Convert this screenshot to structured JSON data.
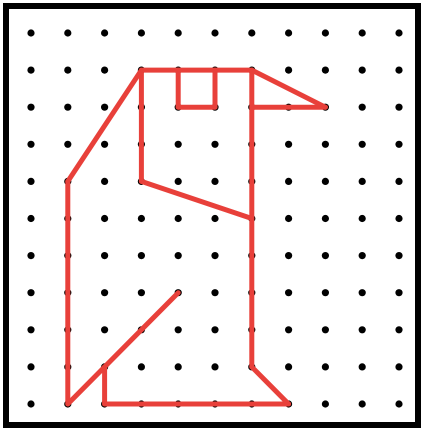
{
  "colors": {
    "background": "#ffffff",
    "frame": "#000000",
    "dot": "#000000",
    "figure": "#e8403a"
  },
  "grid": {
    "columns": 11,
    "rows": 11
  },
  "figure": {
    "description_key": "penguin-outline",
    "segments": [
      [
        [
          3,
          1
        ],
        [
          6,
          1
        ]
      ],
      [
        [
          3,
          1
        ],
        [
          3,
          4
        ]
      ],
      [
        [
          3,
          4
        ],
        [
          6,
          5
        ]
      ],
      [
        [
          6,
          1
        ],
        [
          6,
          9
        ]
      ],
      [
        [
          6,
          1
        ],
        [
          8,
          2
        ]
      ],
      [
        [
          6,
          2
        ],
        [
          8,
          2
        ]
      ],
      [
        [
          4,
          1
        ],
        [
          4,
          2
        ]
      ],
      [
        [
          4,
          2
        ],
        [
          5,
          2
        ]
      ],
      [
        [
          5,
          2
        ],
        [
          5,
          1
        ]
      ],
      [
        [
          3,
          1
        ],
        [
          1,
          4
        ]
      ],
      [
        [
          1,
          4
        ],
        [
          1,
          10
        ]
      ],
      [
        [
          1,
          10
        ],
        [
          4,
          7
        ]
      ],
      [
        [
          6,
          9
        ],
        [
          7,
          10
        ]
      ],
      [
        [
          7,
          10
        ],
        [
          2,
          10
        ]
      ],
      [
        [
          2,
          10
        ],
        [
          2,
          9
        ]
      ]
    ]
  }
}
